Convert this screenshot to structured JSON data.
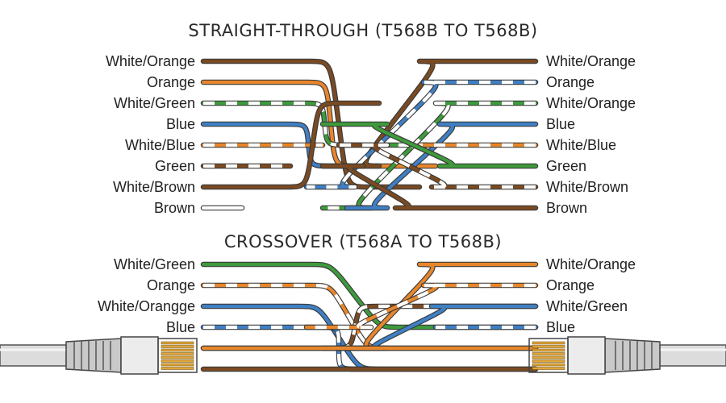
{
  "straight": {
    "title": "STRAIGHT-THROUGH (T568B TO T568B)",
    "left_labels": [
      "White/Orange",
      "Orange",
      "White/Green",
      "Blue",
      "White/Blue",
      "Green",
      "White/Brown",
      "Brown"
    ],
    "right_labels": [
      "White/Orange",
      "Orange",
      "White/Orange",
      "Blue",
      "White/Blue",
      "Green",
      "White/Brown",
      "Brown"
    ]
  },
  "crossover": {
    "title": "CROSSOVER (T568A TO T568B)",
    "left_labels": [
      "White/Green",
      "Orange",
      "White/Orangge",
      "Blue"
    ],
    "right_labels": [
      "White/Orange",
      "Orange",
      "White/Green",
      "Blue"
    ]
  },
  "colors": {
    "orange": "#e8862c",
    "green": "#3e9a3c",
    "blue": "#3f7fc4",
    "brown": "#7a4a22",
    "white": "#ffffff"
  }
}
